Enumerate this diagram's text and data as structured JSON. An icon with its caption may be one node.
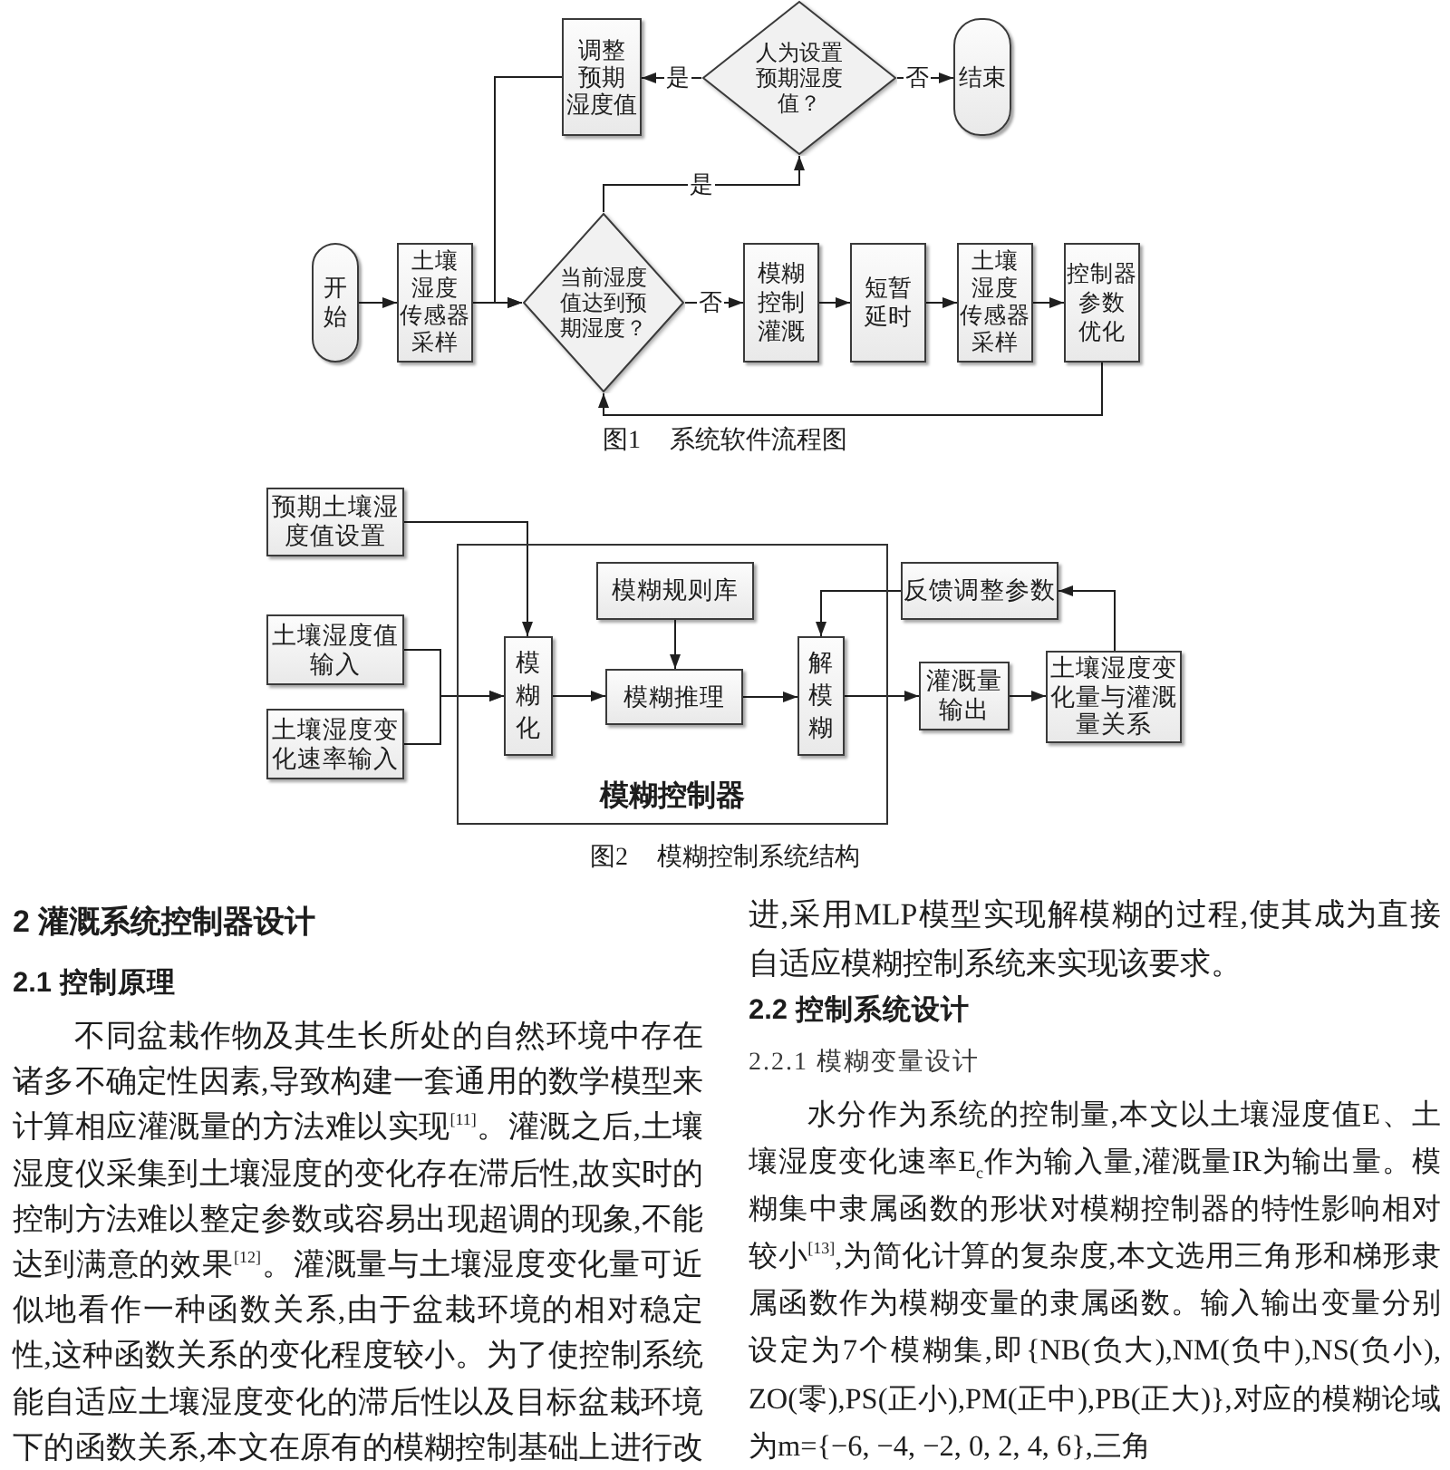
{
  "diagram": {
    "nodes": [
      {
        "text": [
          "调整预期湿度值"
        ]
      },
      {
        "text": [
          "人为设置预期湿度值？"
        ]
      },
      {
        "text": [
          "结束"
        ]
      },
      {
        "text": [
          "开始"
        ]
      },
      {
        "text": [
          "土壤湿度传感器采样"
        ]
      },
      {
        "text": [
          "当前湿度值达到预期湿度？"
        ]
      },
      {
        "text": [
          "模糊控制灌溉"
        ]
      },
      {
        "text": [
          "短暂延时"
        ]
      },
      {
        "text": [
          "土壤湿度传感器采样"
        ]
      },
      {
        "text": [
          "控制器参数优化"
        ]
      },
      {
        "text": [
          "预期土壤湿度值设置"
        ]
      },
      {
        "text": [
          "土壤湿度值输入"
        ]
      },
      {
        "text": [
          "土壤湿度变化速率输入"
        ]
      },
      {
        "text": [
          "模糊控制器"
        ]
      },
      {
        "text": [
          "模糊规则库"
        ],
        "in": 13
      },
      {
        "text": [
          "模糊化"
        ],
        "in": 13
      },
      {
        "text": [
          "模糊推理"
        ],
        "in": 13
      },
      {
        "text": [
          "解模糊"
        ],
        "in": 13
      },
      {
        "text": [
          "反馈调整参数"
        ]
      },
      {
        "text": [
          "灌溉量输出"
        ]
      },
      {
        "text": [
          "土壤湿度变化量与灌溉量关系"
        ]
      }
    ],
    "edges": [
      {
        "from": 3,
        "to": 4,
        "arrow": "to"
      },
      {
        "from": 4,
        "to": 5,
        "arrow": "to"
      },
      {
        "from": 0,
        "to": 5,
        "arrow": "to"
      },
      {
        "from": 5,
        "to": 1,
        "arrow": "to",
        "label": "是"
      },
      {
        "from": 1,
        "to": 0,
        "arrow": "to",
        "label": "是"
      },
      {
        "from": 1,
        "to": 2,
        "arrow": "to",
        "label": "否"
      },
      {
        "from": 5,
        "to": 6,
        "arrow": "to",
        "label": "否"
      },
      {
        "from": 6,
        "to": 7,
        "arrow": "to"
      },
      {
        "from": 7,
        "to": 8,
        "arrow": "to"
      },
      {
        "from": 8,
        "to": 9,
        "arrow": "to"
      },
      {
        "from": 9,
        "to": 5,
        "arrow": "to"
      },
      {
        "from": 10,
        "to": 15,
        "arrow": "to"
      },
      {
        "from": 11,
        "to": 15,
        "arrow": "to"
      },
      {
        "from": 12,
        "to": 15,
        "arrow": "to"
      },
      {
        "from": 14,
        "to": 16,
        "arrow": "to"
      },
      {
        "from": 15,
        "to": 16,
        "arrow": "to"
      },
      {
        "from": 16,
        "to": 17,
        "arrow": "to"
      },
      {
        "from": 17,
        "to": 19,
        "arrow": "to"
      },
      {
        "from": 19,
        "to": 20,
        "arrow": "to"
      },
      {
        "from": 20,
        "to": 18,
        "arrow": "to"
      },
      {
        "from": 18,
        "to": 17,
        "arrow": "to"
      }
    ],
    "labels": [
      "图1 系统软件流程图",
      "图2 模糊控制系统结构",
      "2 灌溉系统控制器设计",
      "2.1 控制原理",
      "不同盆栽作物及其生长所处的自然环境中存在诸多不确定性因素,导致构建一套通用的数学模型来计算相应灌溉量的方法难以实现$^{[11]}$。灌溉之后,土壤湿度仪采集到土壤湿度的变化存在滞后性,故实时的控制方法难以整定参数或容易出现超调的现象,不能达到满意的效果$^{[12]}$。灌溉量与土壤湿度变化量可近似地看作一种函数关系,由于盆栽环境的相对稳定性,这种函数关系的变化程度较小。为了使控制系统能自适应土壤湿度变化的滞后性以及目标盆栽环境下的函数关系,本文在原有的模糊控制基础上进行改",
      "进,采用MLP模型实现解模糊的过程,使其成为直接自适应模糊控制系统来实现该要求。",
      "2.2 控制系统设计",
      "2.2.1 模糊变量设计",
      "水分作为系统的控制量,本文以土壤湿度值E、土壤湿度变化速率E$_{c}$作为输入量,灌溉量IR为输出量。模糊集中隶属函数的形状对模糊控制器的特性影响相对较小$^{[13]}$,为简化计算的复杂度,本文选用三角形和梯形隶属函数作为模糊变量的隶属函数。输入输出变量分别设定为7个模糊集,即{NB(负大),NM(负中),NS(负小), ZO(零),PS(正小),PM(正中),PB(正大)},对应的模糊论域为m={−6, −4, −2, 0, 2, 4, 6},三角"
    ]
  }
}
